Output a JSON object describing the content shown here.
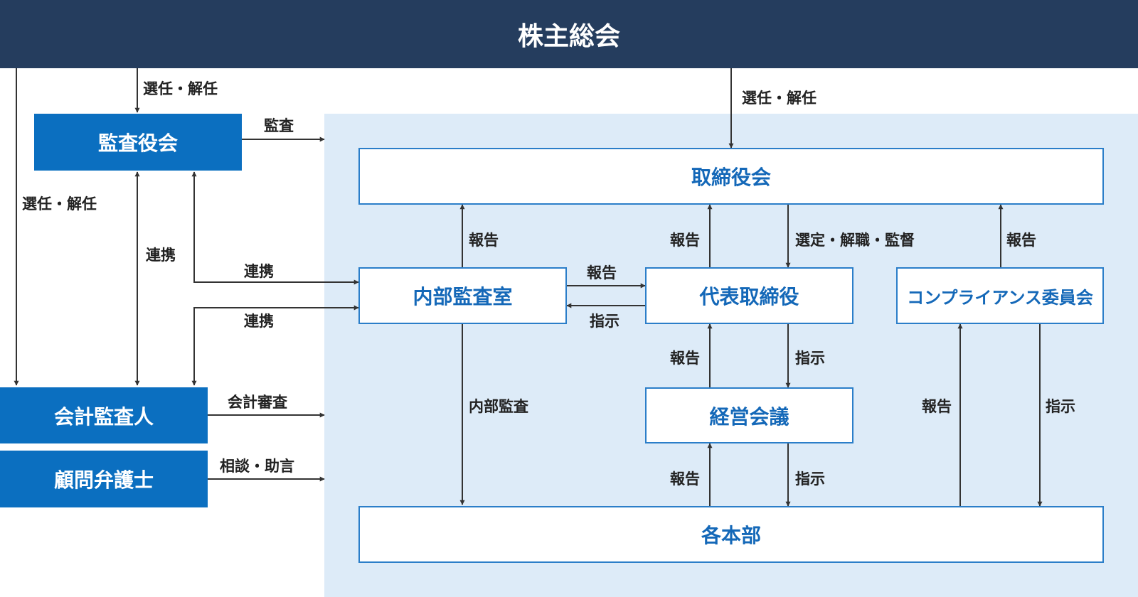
{
  "diagram": {
    "header": "株主総会",
    "nodes": {
      "audit_board": "監査役会",
      "board": "取締役会",
      "internal_audit": "内部監査室",
      "representative": "代表取締役",
      "compliance": "コンプライアンス委員会",
      "management_meeting": "経営会議",
      "accounting_auditor": "会計監査人",
      "legal_counsel": "顧問弁護士",
      "divisions": "各本部"
    },
    "edge_labels": {
      "elect_dismiss": "選任・解任",
      "audit": "監査",
      "cooperation": "連携",
      "report": "報告",
      "instruction": "指示",
      "select_dismiss_supervise": "選定・解職・監督",
      "internal_audit": "内部監査",
      "accounting_audit": "会計審査",
      "consult_advice": "相談・助言"
    },
    "colors": {
      "header_bg": "#253d5e",
      "solid_box": "#0b6fc0",
      "outline_box": "#2b7ec9",
      "panel_bg": "#ddebf8",
      "line": "#333333"
    }
  }
}
